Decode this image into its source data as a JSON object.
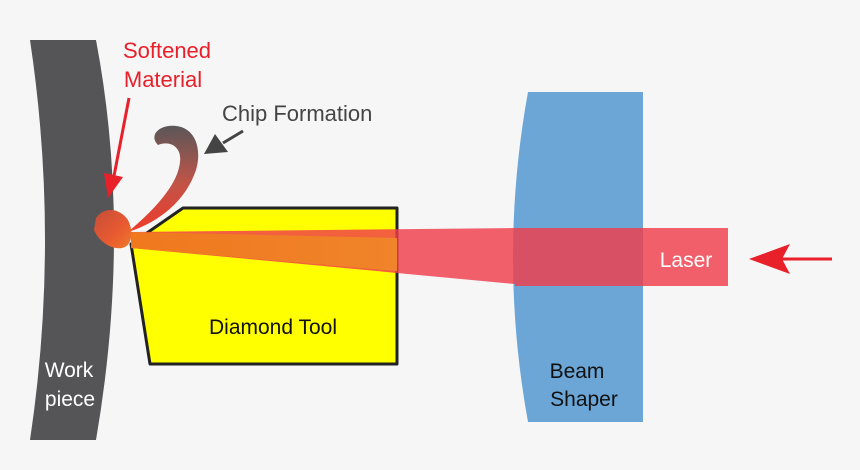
{
  "labels": {
    "softened_line1": "Softened",
    "softened_line2": "Material",
    "chip_formation": "Chip Formation",
    "diamond_tool": "Diamond Tool",
    "laser": "Laser",
    "beam_line1": "Beam",
    "beam_line2": "Shaper",
    "work_line1": "Work",
    "work_line2": "piece"
  },
  "colors": {
    "background": "#f6f6f6",
    "workpiece": "#555558",
    "tool_fill": "#ffff00",
    "tool_stroke": "#222222",
    "beam_shaper": "#6ba6d6",
    "laser": "#ef3d4a",
    "softened_text": "#e8202a",
    "label_dark": "#444444",
    "label_white": "#ffffff",
    "chip_dark": "#5a5758",
    "chip_hot": "#ef4a3a"
  },
  "icons": {
    "softened_arrow": "arrow-down-left-icon",
    "chip_arrow": "arrow-down-left-icon",
    "laser_arrow": "arrow-left-icon"
  }
}
